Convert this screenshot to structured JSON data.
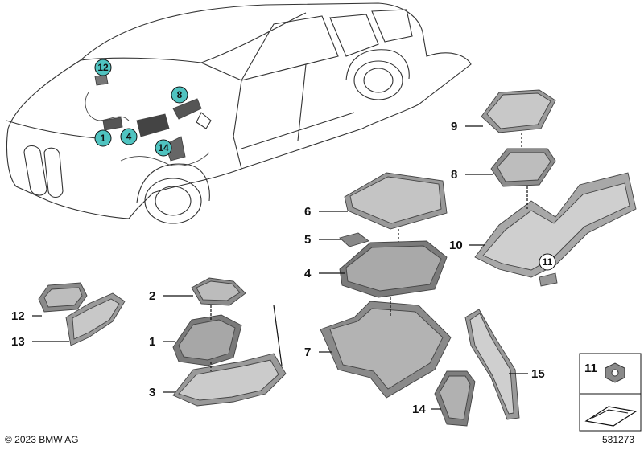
{
  "car_badges": [
    {
      "id": "12",
      "label": "12"
    },
    {
      "id": "1",
      "label": "1"
    },
    {
      "id": "4",
      "label": "4"
    },
    {
      "id": "14",
      "label": "14"
    },
    {
      "id": "8",
      "label": "8"
    }
  ],
  "callouts": [
    {
      "id": "9",
      "label": "9"
    },
    {
      "id": "8",
      "label": "8"
    },
    {
      "id": "6",
      "label": "6"
    },
    {
      "id": "5",
      "label": "5"
    },
    {
      "id": "4",
      "label": "4"
    },
    {
      "id": "10",
      "label": "10"
    },
    {
      "id": "11",
      "label": "11"
    },
    {
      "id": "2",
      "label": "2"
    },
    {
      "id": "12",
      "label": "12"
    },
    {
      "id": "13",
      "label": "13"
    },
    {
      "id": "1",
      "label": "1"
    },
    {
      "id": "3",
      "label": "3"
    },
    {
      "id": "7",
      "label": "7"
    },
    {
      "id": "15",
      "label": "15"
    },
    {
      "id": "14",
      "label": "14"
    }
  ],
  "legend_box": {
    "label": "11"
  },
  "footer": {
    "copyright": "© 2023 BMW AG",
    "doc_number": "531273"
  },
  "colors": {
    "badge_fill": "#4fc3c0",
    "part_dark": "#6e6e6e",
    "part_mid": "#9a9a9a",
    "part_light": "#c8c8c8"
  }
}
